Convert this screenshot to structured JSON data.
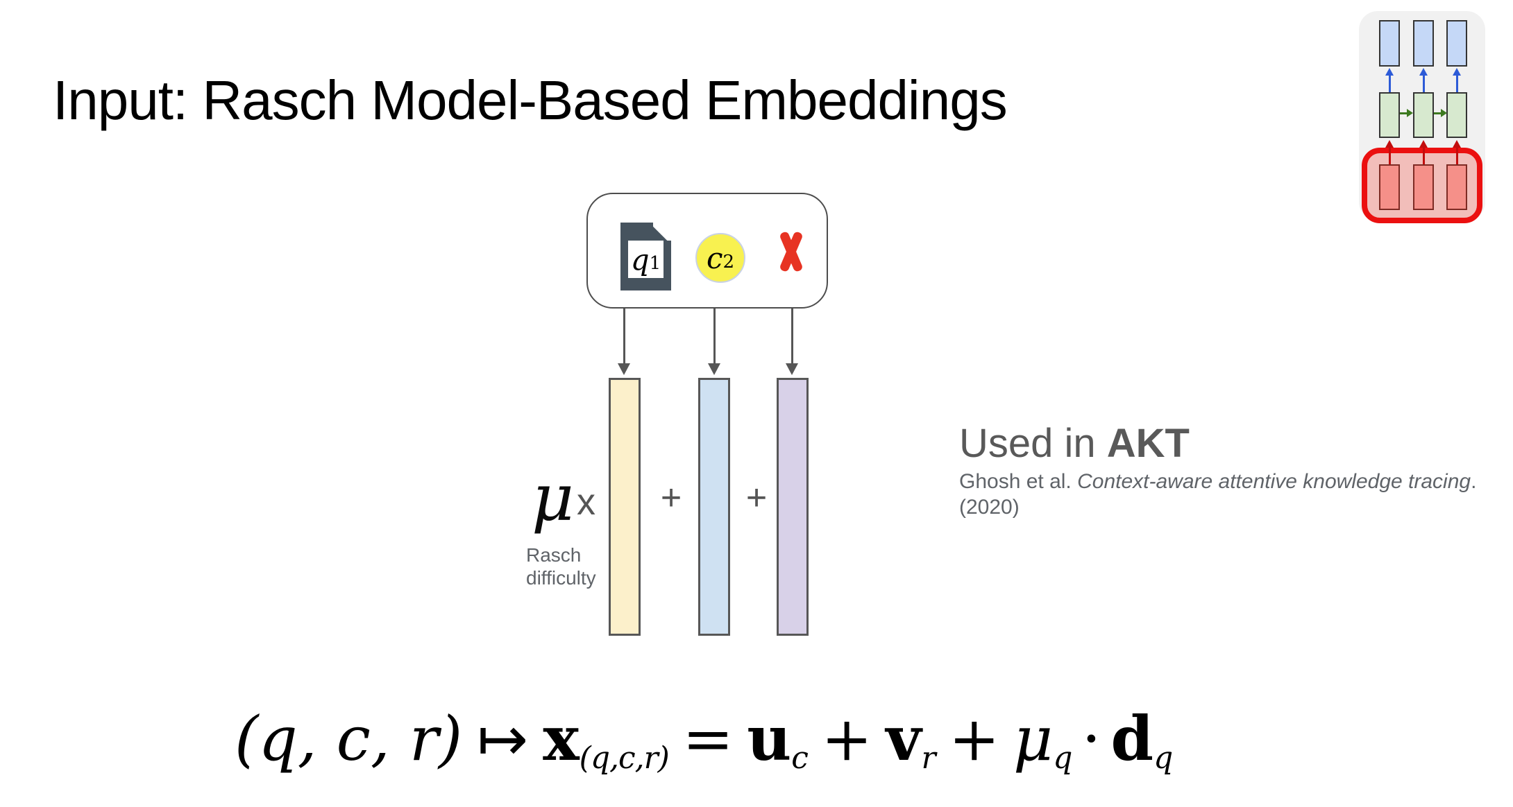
{
  "slide": {
    "title": "Input: Rasch Model-Based Embeddings"
  },
  "corner_diagram": {
    "description_icon": "knowledge-tracing-architecture-thumbnail",
    "colors": {
      "panel_bg": "#f1f1f1",
      "output_boxes": "#c5d8f7",
      "hidden_boxes": "#d7e9cf",
      "input_boxes": "#f59089",
      "highlight_border": "#eb1010",
      "highlight_fill": "#f5b2ac",
      "up_arrow_blue": "#2d5bd7",
      "recurrent_arrow_green": "#3d7a20",
      "up_arrow_red": "#c20d0d"
    }
  },
  "tuple_box": {
    "question_icon": "document-icon",
    "question_label": "q",
    "question_sub": "1",
    "concept_icon": "concept-circle-icon",
    "concept_label": "c",
    "concept_sub": "2",
    "response_icon": "incorrect-x-icon",
    "concept_circle_color": "#f8f150",
    "document_color": "#46535e",
    "x_color": "#e73323"
  },
  "embedding_bars": {
    "difficulty_color": "#fcf0cb",
    "concept_color": "#cfe1f2",
    "response_color": "#d8d1e8"
  },
  "labels": {
    "mu": "μ",
    "times": "x",
    "mu_caption": "Rasch difficulty",
    "plus_1": "+",
    "plus_2": "+"
  },
  "citation": {
    "used_in_prefix": "Used in ",
    "model_name": "AKT",
    "authors": "Ghosh et al. ",
    "paper_title": "Context-aware attentive knowledge tracing",
    "suffix": ". (2020)"
  },
  "formula": {
    "lhs": "(q, c, r)",
    "mapsto": "↦",
    "x": "x",
    "x_sub": "(q,c,r)",
    "equals": "=",
    "u": "u",
    "u_sub": "c",
    "plus_1": "+",
    "v": "v",
    "v_sub": "r",
    "plus_2": "+",
    "mu": "μ",
    "mu_sub": "q",
    "cdot": "·",
    "d": "d",
    "d_sub": "q"
  }
}
